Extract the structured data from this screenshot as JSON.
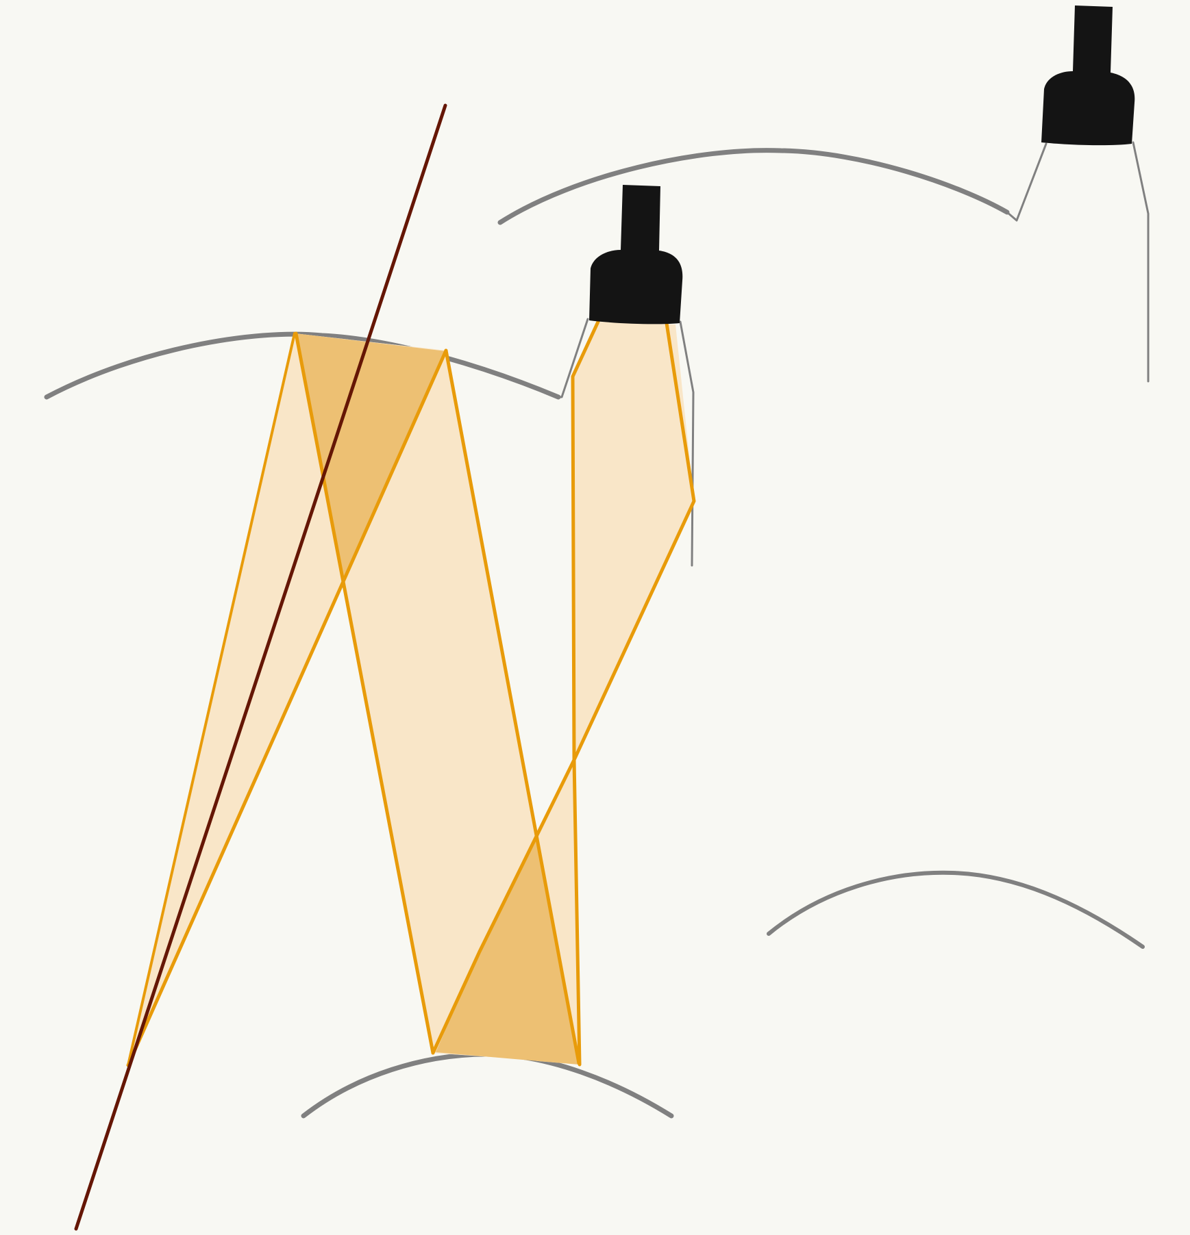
{
  "diagram": {
    "kind": "illustration",
    "colors": {
      "background": "#f8f8f3",
      "arc": "#808080",
      "beam_fill": "#f9e6c8",
      "beam_overlap": "#edc073",
      "ray": "#e89b0a",
      "lamp": "#141414",
      "rod": "#651605"
    },
    "elements": {
      "lamps": [
        "spotlight-lamp",
        "spotlight-lamp"
      ],
      "arcs": [
        "surface-arc",
        "surface-arc",
        "surface-arc",
        "surface-arc"
      ],
      "light_beams": [
        "light-beam",
        "light-beam"
      ],
      "rods": [
        "dark-rod"
      ]
    },
    "text": []
  }
}
